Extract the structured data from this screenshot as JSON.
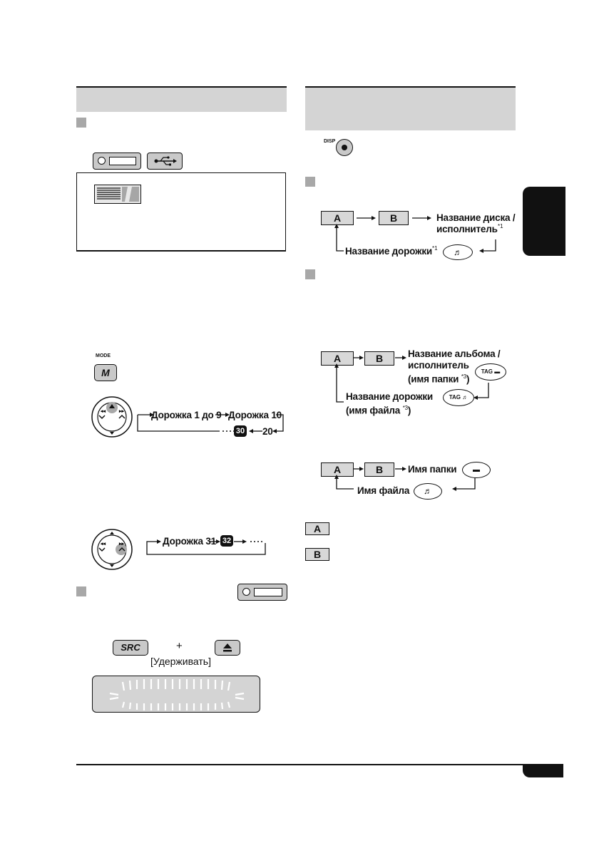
{
  "left": {
    "track_seq_1": {
      "a": "Дорожка 1 до 9",
      "b": "Дорожка 10",
      "c": "20",
      "d": "30"
    },
    "track_seq_2": {
      "a": "Дорожка 31",
      "b": "32"
    },
    "mode_label": "MODE",
    "mode_key": "M",
    "src_key": "SRC",
    "plus": "+",
    "hold": "[Удерживать]"
  },
  "right": {
    "disp_label": "DISP",
    "box_a": "A",
    "box_b": "B",
    "cd": {
      "disc_title": "Название диска /",
      "disc_artist": "исполнитель",
      "track_title": "Название дорожки",
      "note": "*1"
    },
    "mp3": {
      "album_1": "Название альбома /",
      "album_2": "исполнитель",
      "album_3": "(имя папки",
      "track_1": "Название дорожки",
      "track_2": "(имя файла",
      "note": "*3",
      "tag": "TAG"
    },
    "folder": {
      "folder": "Имя папки",
      "file": "Имя файла"
    },
    "legend_a": "A",
    "legend_b": "B"
  }
}
